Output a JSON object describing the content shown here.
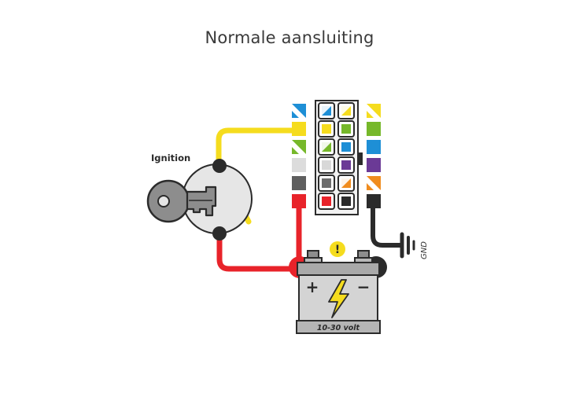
{
  "title": "Normale aansluiting",
  "labels": {
    "ignition": "Ignition",
    "gnd": "GND",
    "voltage": "10-30 volt",
    "warning": "!",
    "plus": "+",
    "minus": "−"
  },
  "colors": {
    "yellow": "#f5dc1e",
    "red": "#e8232a",
    "black": "#2b2b2b",
    "green": "#76b82a",
    "blue": "#1e8fd6",
    "purple": "#6b3a96",
    "orange": "#f08c1e",
    "white": "#e6e6e6",
    "gray": "#6d6d6d",
    "battery_body": "#d4d4d4",
    "bolt": "#f5dc1e"
  },
  "connector": {
    "left_pins": [
      "blue-white",
      "yellow",
      "green-white",
      "white",
      "gray",
      "red"
    ],
    "right_pins": [
      "yellow-white",
      "green",
      "blue",
      "purple",
      "orange-white",
      "black"
    ]
  }
}
